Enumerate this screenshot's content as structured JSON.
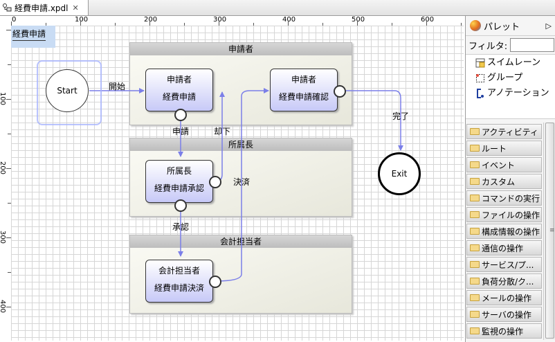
{
  "tab": {
    "title": "経費申請.xpdl",
    "close": "✕"
  },
  "ruler": {
    "h": [
      "0",
      "100",
      "200",
      "300",
      "400",
      "500",
      "600"
    ],
    "v": [
      "100",
      "200",
      "300",
      "400"
    ]
  },
  "pool": {
    "name": "経費申請"
  },
  "lanes": [
    "申請者",
    "所属長",
    "会計担当者"
  ],
  "events": {
    "start": "Start",
    "exit": "Exit"
  },
  "tasks": [
    {
      "role": "申請者",
      "name": "経費申請"
    },
    {
      "role": "申請者",
      "name": "経費申請確認"
    },
    {
      "role": "所属長",
      "name": "経費申請承認"
    },
    {
      "role": "会計担当者",
      "name": "経費申請決済"
    }
  ],
  "transitions": {
    "start": "開始",
    "apply": "申請",
    "reject": "却下",
    "settle": "決済",
    "approve": "承認",
    "done": "完了"
  },
  "palette": {
    "title": "パレット",
    "arrow": "▷",
    "filter_label": "フィルタ:",
    "tools": [
      "スイムレーン",
      "グループ",
      "アノテーション"
    ],
    "drawers": [
      "アクティビティ",
      "ルート",
      "イベント",
      "カスタム",
      "コマンドの実行",
      "ファイルの操作",
      "構成情報の操作",
      "通信の操作",
      "サービス/プ...",
      "負荷分散/ク...",
      "メールの操作",
      "サーバの操作",
      "監視の操作"
    ]
  },
  "colors": {
    "grid": "#d6d6d6",
    "task_fill": "#c7c9f7",
    "flow": "#7b7fe8",
    "selection": "#a8b4ff"
  }
}
